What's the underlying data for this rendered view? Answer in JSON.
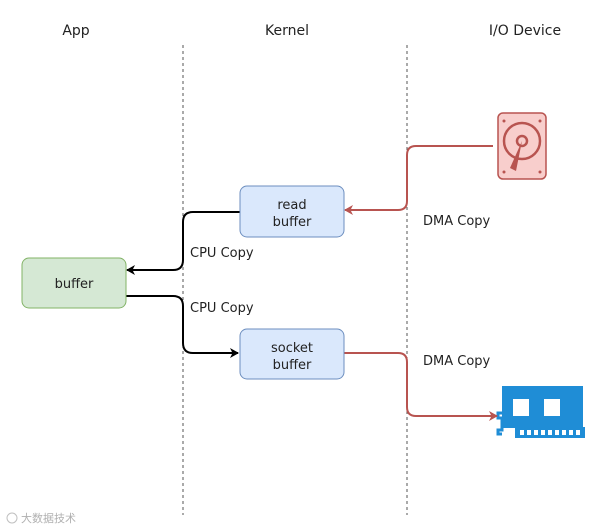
{
  "columns": {
    "app": "App",
    "kernel": "Kernel",
    "io_device": "I/O Device"
  },
  "nodes": {
    "buffer": "buffer",
    "read_buffer": [
      "read",
      "buffer"
    ],
    "socket_buffer": [
      "socket",
      "buffer"
    ]
  },
  "edges": {
    "disk_to_read": "DMA Copy",
    "read_to_app": "CPU Copy",
    "app_to_socket": "CPU Copy",
    "socket_to_nic": "DMA Copy"
  },
  "icons": [
    "hard-disk-icon",
    "network-card-icon"
  ],
  "colors": {
    "dma_arrow": "#b85450",
    "cpu_arrow": "#000000",
    "kernel_box_fill": "#dae8fc",
    "kernel_box_stroke": "#6c8ebf",
    "app_box_fill": "#d5e8d4",
    "app_box_stroke": "#82b366",
    "disk_fill": "#f8cecc",
    "nic_fill": "#1f8dd6"
  },
  "watermark": "大数据技术"
}
